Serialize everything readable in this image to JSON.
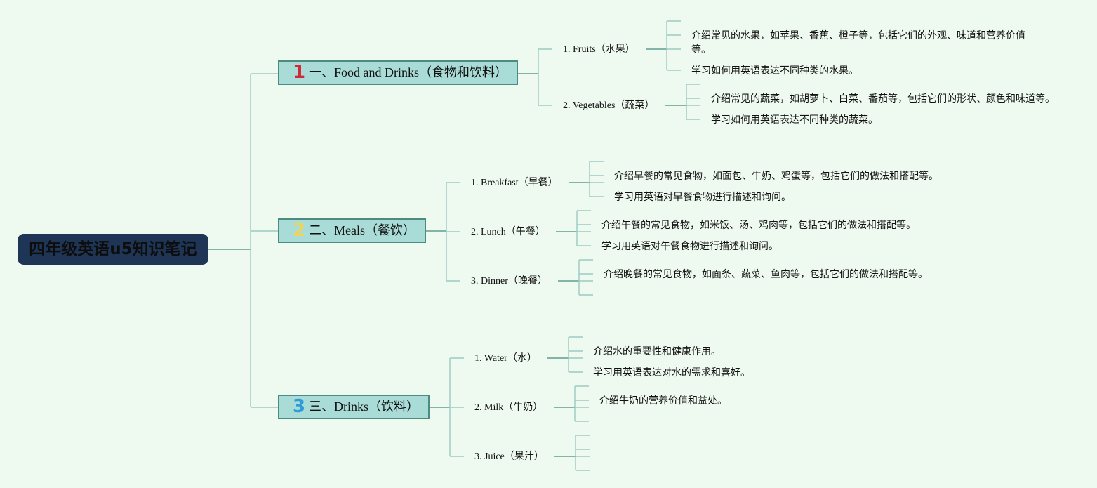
{
  "root": {
    "title": "四年级英语u5知识笔记"
  },
  "branches": [
    {
      "num": "1",
      "num_color": "#d3283b",
      "label": "一、Food and Drinks（食物和饮料）",
      "subs": [
        {
          "label": "1. Fruits（水果）",
          "leaves": [
            "介绍常见的水果，如苹果、香蕉、橙子等，包括它们的外观、味道和营养价值等。",
            "学习如何用英语表达不同种类的水果。"
          ]
        },
        {
          "label": "2. Vegetables（蔬菜）",
          "leaves": [
            "介绍常见的蔬菜，如胡萝卜、白菜、番茄等，包括它们的形状、颜色和味道等。",
            "学习如何用英语表达不同种类的蔬菜。"
          ]
        }
      ]
    },
    {
      "num": "2",
      "num_color": "#f2d35a",
      "label": "二、Meals（餐饮）",
      "subs": [
        {
          "label": "1. Breakfast（早餐）",
          "leaves": [
            "介绍早餐的常见食物，如面包、牛奶、鸡蛋等，包括它们的做法和搭配等。",
            "学习用英语对早餐食物进行描述和询问。"
          ]
        },
        {
          "label": "2. Lunch（午餐）",
          "leaves": [
            "介绍午餐的常见食物，如米饭、汤、鸡肉等，包括它们的做法和搭配等。",
            "学习用英语对午餐食物进行描述和询问。"
          ]
        },
        {
          "label": "3. Dinner（晚餐）",
          "leaves": [
            "介绍晚餐的常见食物，如面条、蔬菜、鱼肉等，包括它们的做法和搭配等。"
          ]
        }
      ]
    },
    {
      "num": "3",
      "num_color": "#2f9bd8",
      "label": "三、Drinks（饮料）",
      "subs": [
        {
          "label": "1. Water（水）",
          "leaves": [
            "介绍水的重要性和健康作用。",
            "学习用英语表达对水的需求和喜好。"
          ]
        },
        {
          "label": "2. Milk（牛奶）",
          "leaves": [
            "介绍牛奶的营养价值和益处。"
          ]
        },
        {
          "label": "3. Juice（果汁）",
          "leaves": []
        }
      ]
    }
  ],
  "colors": {
    "background": "#eef9f0",
    "root_fill": "#1e3556",
    "branch_fill": "#a9dcd7",
    "branch_border": "#4c8b80",
    "connector_main": "#5f9e93",
    "connector_light": "#9ccbc2"
  }
}
